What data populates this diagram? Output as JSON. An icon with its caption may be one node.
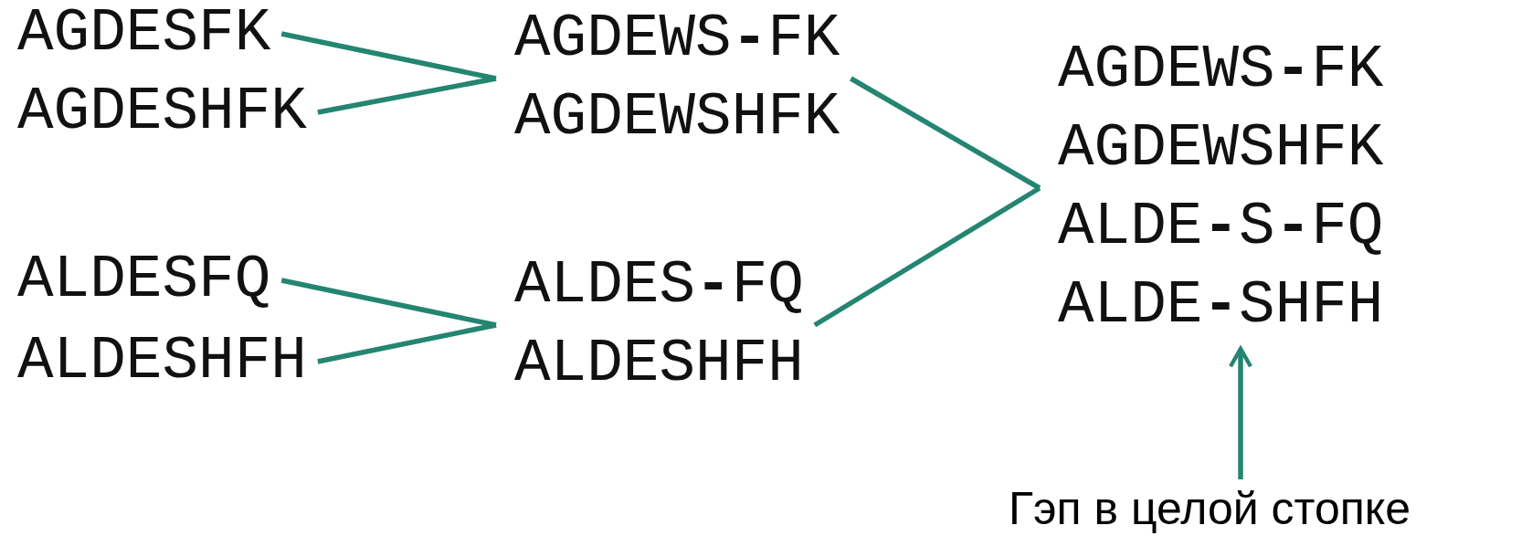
{
  "diagram": {
    "nodes": [
      {
        "text": [
          "AGDESFK"
        ]
      },
      {
        "text": [
          "AGDESHFK"
        ]
      },
      {
        "text": [
          "AGDEWS**-**FK",
          "AGDEWSHFK"
        ]
      },
      {
        "text": [
          "ALDESFQ"
        ]
      },
      {
        "text": [
          "ALDESHFH"
        ]
      },
      {
        "text": [
          "ALDES**-**FQ",
          "ALDESHFH"
        ]
      },
      {
        "text": [
          "AGDEWS**-**FK",
          "AGDEWSHFK",
          "ALDE**-**S**-**FQ",
          "ALDE**-**SHFH"
        ]
      },
      {
        "text": [
          "Гэп в целой стопке"
        ]
      }
    ],
    "edges": [
      {
        "from": 0,
        "to": 2,
        "arrow": "none"
      },
      {
        "from": 1,
        "to": 2,
        "arrow": "none"
      },
      {
        "from": 3,
        "to": 5,
        "arrow": "none"
      },
      {
        "from": 4,
        "to": 5,
        "arrow": "none"
      },
      {
        "from": 2,
        "to": 6,
        "arrow": "none"
      },
      {
        "from": 5,
        "to": 6,
        "arrow": "none"
      },
      {
        "from": 7,
        "to": 6,
        "arrow": "to"
      }
    ]
  }
}
